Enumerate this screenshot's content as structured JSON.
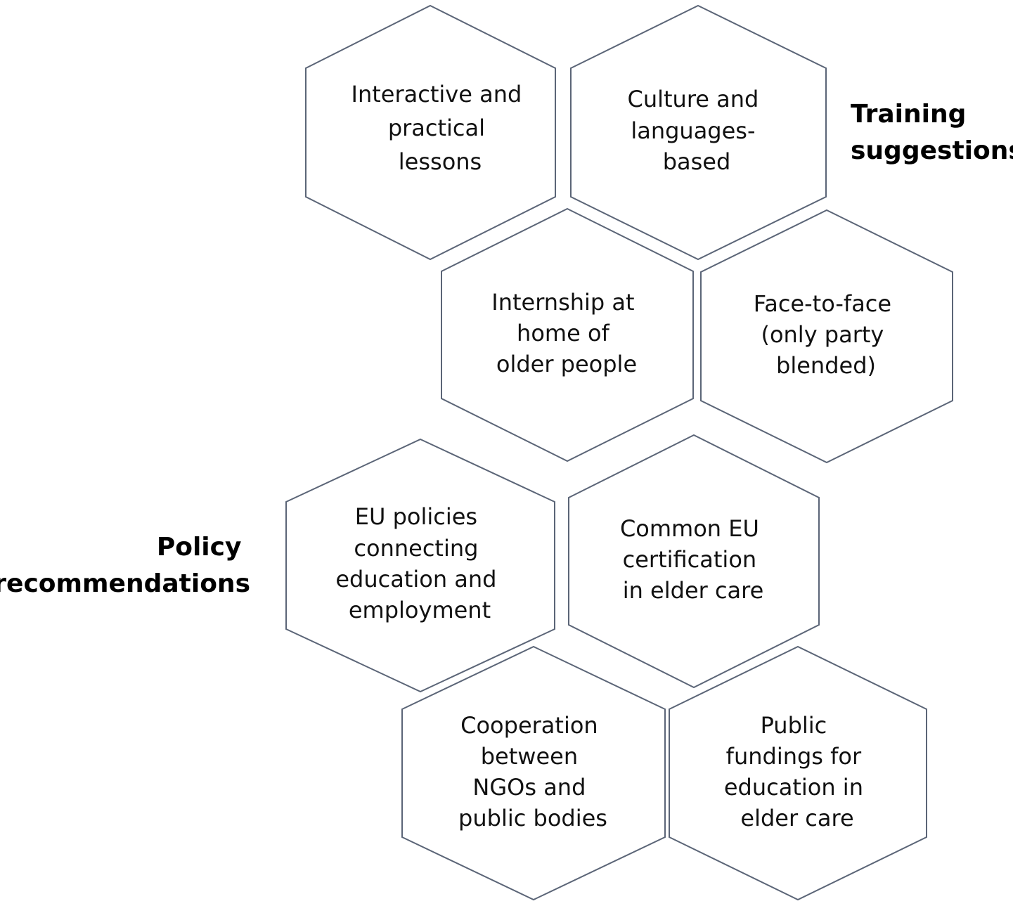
{
  "groups": {
    "training": {
      "heading": [
        "Training",
        "suggestions"
      ],
      "hexagons": [
        {
          "lines": [
            "Interactive and",
            "practical",
            "lessons"
          ]
        },
        {
          "lines": [
            "Culture and",
            "languages-",
            "based"
          ]
        },
        {
          "lines": [
            "Internship at",
            "home of",
            "older people"
          ]
        },
        {
          "lines": [
            "Face-to-face",
            "(only party",
            "blended)"
          ]
        }
      ]
    },
    "policy": {
      "heading": [
        "Policy",
        "recommendations"
      ],
      "hexagons": [
        {
          "lines": [
            "EU policies",
            "connecting",
            "education and",
            "employment"
          ]
        },
        {
          "lines": [
            "Common EU",
            "certification",
            "in elder care"
          ]
        },
        {
          "lines": [
            "Cooperation",
            "between",
            "NGOs and",
            "public bodies"
          ]
        },
        {
          "lines": [
            "Public",
            "fundings for",
            "education in",
            "elder care"
          ]
        }
      ]
    }
  },
  "colors": {
    "hexagon_stroke": "#5b6577",
    "text": "#111111"
  }
}
